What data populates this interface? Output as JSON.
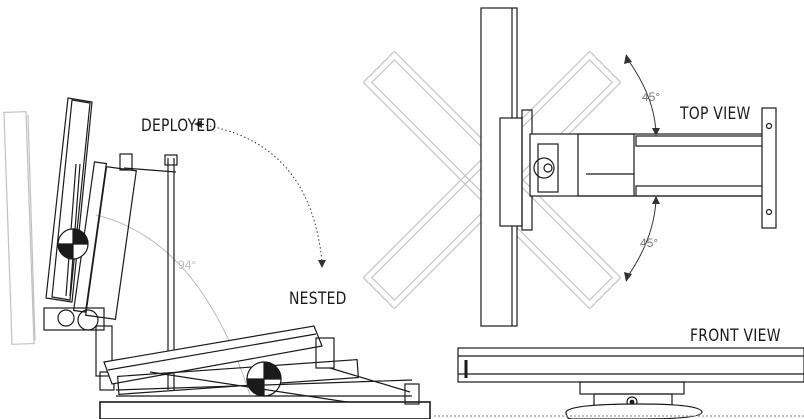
{
  "labels": {
    "deployed": "DEPLOYED",
    "nested": "NESTED",
    "top_view": "TOP VIEW",
    "front_view": "FRONT VIEW"
  },
  "angles": {
    "side": "94°",
    "top_upper": "45°",
    "top_lower": "45°"
  },
  "colors": {
    "line": "#1a1a1a",
    "ghost": "#b8b8b8",
    "grey_text": "#777777"
  }
}
